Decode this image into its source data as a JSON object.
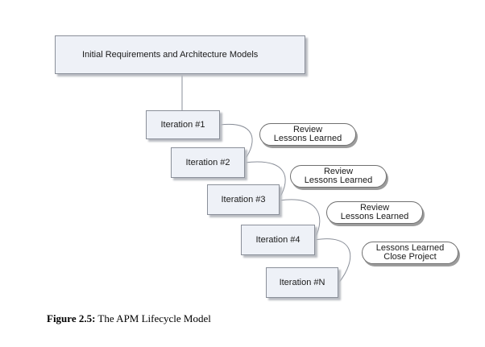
{
  "diagram": {
    "top_box": "Initial Requirements and Architecture Models",
    "iterations": [
      "Iteration #1",
      "Iteration #2",
      "Iteration #3",
      "Iteration #4",
      "Iteration #N"
    ],
    "notes": [
      {
        "line1": "Review",
        "line2": "Lessons Learned"
      },
      {
        "line1": "Review",
        "line2": "Lessons Learned"
      },
      {
        "line1": "Review",
        "line2": "Lessons Learned"
      },
      {
        "line1": "Lessons Learned",
        "line2": "Close Project"
      }
    ]
  },
  "caption": {
    "label": "Figure 2.5:",
    "text": " The APM Lifecycle Model"
  }
}
